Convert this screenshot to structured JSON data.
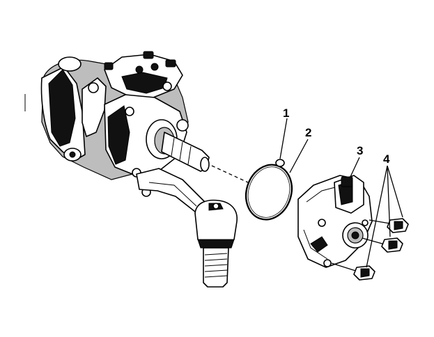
{
  "callouts": [
    {
      "id": 1,
      "label": "1"
    },
    {
      "id": 2,
      "label": "2"
    },
    {
      "id": 3,
      "label": "3"
    },
    {
      "id": 4,
      "label": "4"
    }
  ],
  "colors": {
    "ink": "#000000",
    "paper": "#ffffff",
    "shade": "#bdbdbd"
  }
}
